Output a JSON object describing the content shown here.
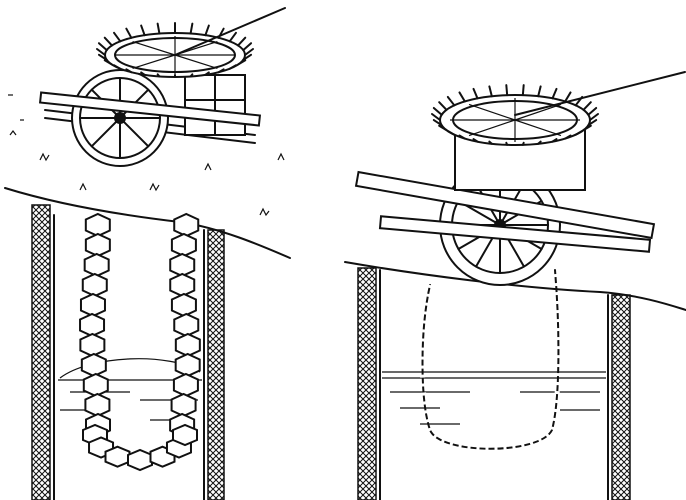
{
  "illustration": {
    "panels": [
      {
        "name": "chain-pump-left",
        "link_style": "hexagonal"
      },
      {
        "name": "chain-pump-right",
        "link_style": "twisted-rope"
      }
    ],
    "colors": {
      "ink": "#111111",
      "paper": "#ffffff"
    }
  }
}
